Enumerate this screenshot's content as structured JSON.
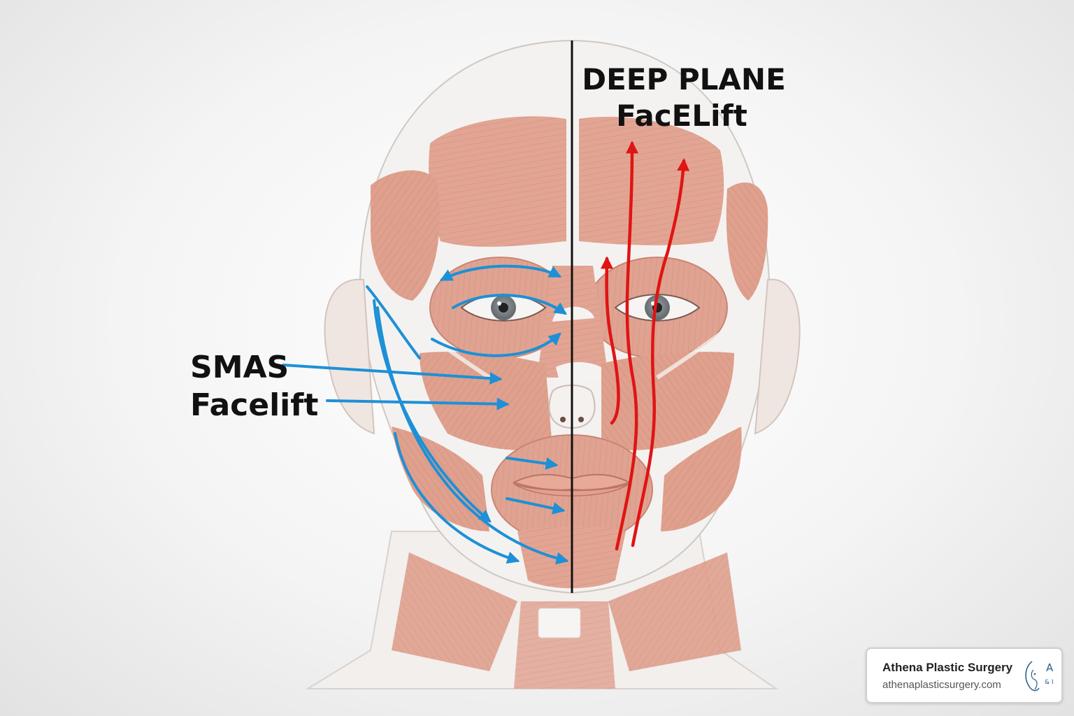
{
  "labels": {
    "deep_plane_line1": "DEEP PLANE",
    "deep_plane_line2": "FacELift",
    "smas_line1": "SMAS",
    "smas_line2": "Facelift"
  },
  "brand": {
    "name": "Athena Plastic Surgery",
    "url": "athenaplasticsurgery.com",
    "logo_letter": "A",
    "logo_small": "& I"
  },
  "colors": {
    "smas_arrows": "#1e90d6",
    "deep_plane_arrows": "#e01414",
    "muscle": "#e3a896",
    "skin": "#f3f1ef",
    "divider": "#111111"
  }
}
